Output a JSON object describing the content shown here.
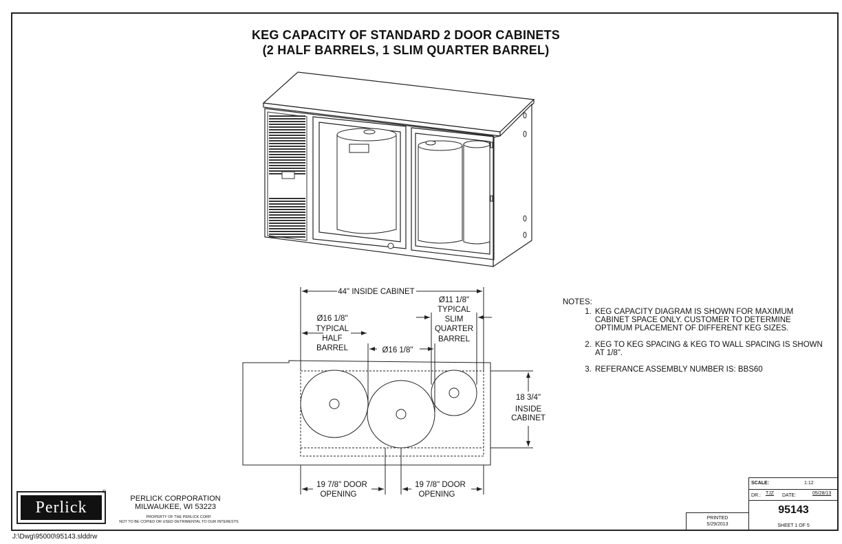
{
  "title": {
    "line1": "KEG CAPACITY OF STANDARD 2 DOOR CABINETS",
    "line2": "(2 HALF BARRELS, 1 SLIM QUARTER BARREL)"
  },
  "dimensions": {
    "inside_cabinet_width": "44\" INSIDE CABINET",
    "half_barrel_dia": "Ø16 1/8\"",
    "half_barrel_l1": "TYPICAL",
    "half_barrel_l2": "HALF",
    "half_barrel_l3": "BARREL",
    "center_keg_dia": "Ø16 1/8\"",
    "slim_dia": "Ø11 1/8\"",
    "slim_l1": "TYPICAL",
    "slim_l2": "SLIM",
    "slim_l3": "QUARTER",
    "slim_l4": "BARREL",
    "depth_l1": "18 3/4\"",
    "depth_l2": "INSIDE",
    "depth_l3": "CABINET",
    "door1_l1": "19 7/8\" DOOR",
    "door1_l2": "OPENING",
    "door2_l1": "19 7/8\" DOOR",
    "door2_l2": "OPENING"
  },
  "notes": {
    "header": "NOTES:",
    "items": [
      "KEG CAPACITY DIAGRAM IS SHOWN FOR MAXIMUM CABINET SPACE ONLY.  CUSTOMER TO DETERMINE OPTIMUM PLACEMENT OF DIFFERENT KEG SIZES.",
      "KEG TO KEG SPACING & KEG TO WALL SPACING IS SHOWN AT 1/8\".",
      "REFERANCE ASSEMBLY NUMBER IS: BBS60"
    ]
  },
  "company": {
    "logo": "Perlick",
    "name": "PERLICK CORPORATION",
    "address": "MILWAUKEE, WI  53223",
    "prop1": "PROPERTY OF THE PERLICK CORP.",
    "prop2": "NOT TO BE COPIED OR USED DETRIMENTAL TO OUR INTERESTS"
  },
  "title_block": {
    "scale_label": "SCALE:",
    "scale": "1:12",
    "dr_label": "DR.:",
    "dr": "TJZ",
    "date_label": "DATE:",
    "date": "05/28/13",
    "drawing_number": "95143",
    "sheet": "SHEET 1 OF 5",
    "printed_label": "PRINTED",
    "printed_date": "5/29/2013"
  },
  "file_path": "J:\\Dwg\\95000\\95143.slddrw"
}
